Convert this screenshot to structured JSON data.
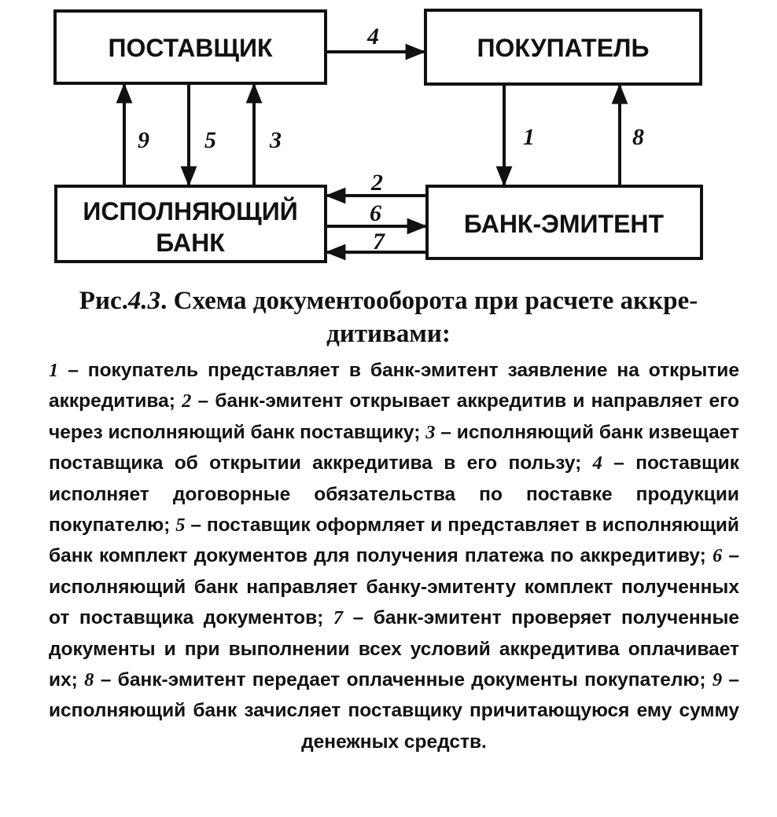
{
  "diagram": {
    "boxes": {
      "supplier": "ПОСТАВЩИК",
      "buyer": "ПОКУПАТЕЛЬ",
      "executing_bank_line1": "ИСПОЛНЯЮЩИЙ",
      "executing_bank_line2": "БАНК",
      "issuing_bank": "БАНК-ЭМИТЕНТ"
    },
    "arrow_labels": {
      "a1": "1",
      "a2": "2",
      "a3": "3",
      "a4": "4",
      "a5": "5",
      "a6": "6",
      "a7": "7",
      "a8": "8",
      "a9": "9"
    }
  },
  "caption": {
    "prefix": "Рис.",
    "number": "4.3",
    "line1_rest": ". Схема документооборота при расчете аккре-",
    "line2": "дитивами:"
  },
  "legend": [
    {
      "num": "1",
      "text": " – покупатель представляет в банк-эмитент заявление на открытие аккредитива; "
    },
    {
      "num": "2",
      "text": " – банк-эмитент открывает аккредитив и направляет его через исполняющий банк поставщику; "
    },
    {
      "num": "3",
      "text": " – исполняющий банк извещает поставщика об открытии аккредитива в его пользу; "
    },
    {
      "num": "4",
      "text": " – поставщик исполняет договорные обязательства по поставке продукции покупателю; "
    },
    {
      "num": "5",
      "text": " – поставщик оформляет и представляет в исполняющий банк комплект документов для получения платежа по аккредитиву; "
    },
    {
      "num": "6",
      "text": " – исполняющий банк направляет банку-эмитенту комплект полученных от поставщика документов; "
    },
    {
      "num": "7",
      "text": " – банк-эмитент проверяет полученные документы и при выполнении всех условий аккредитива оплачивает их; "
    },
    {
      "num": "8",
      "text": " – банк-эмитент передает оплаченные документы покупателю; "
    },
    {
      "num": "9",
      "text": " – исполняющий банк зачисляет поставщику причитающуюся ему сумму денежных средств."
    }
  ]
}
